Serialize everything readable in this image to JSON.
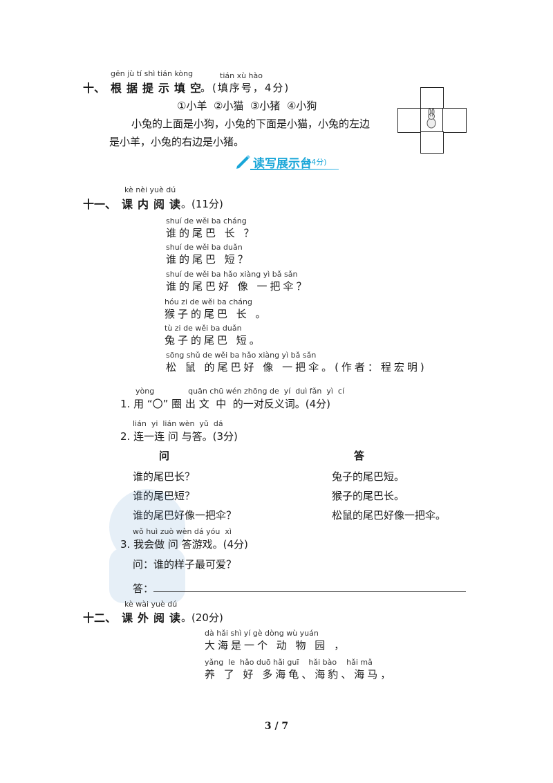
{
  "q10": {
    "pinyin_a": "gēn jù   tí  shì tián kòng",
    "pinyin_b": "tián xù hào",
    "num": "十、",
    "title": "根据提示填空",
    "note": "。(填序号，4分)",
    "options": "①小羊  ②小猫  ③小猪  ④小狗",
    "line1": "小兔的上面是小狗，小兔的下面是小猫，小兔的左边",
    "line2": "是小羊，小兔的右边是小猪。"
  },
  "banner": {
    "title": "读写展示台",
    "score": "(44分)"
  },
  "q11": {
    "pinyin": "kè nèi yuè dú",
    "num": "十一、",
    "title": "课内阅读",
    "note": "。(11分)",
    "poem": [
      {
        "py": "shuí de wěi ba cháng",
        "text": "谁的尾巴 长 ？"
      },
      {
        "py": "shuí de wěi ba duǎn",
        "text": "谁的尾巴 短？"
      },
      {
        "py": "shuí de wěi ba hǎo xiàng  yì  bǎ sǎn",
        "text": "谁的尾巴好 像 一把伞？"
      },
      {
        "py": "hóu  zi  de wěi ba cháng",
        "text": "猴子的尾巴 长 。"
      },
      {
        "py": "tù  zi  de wěi ba duǎn",
        "text": "兔子的尾巴 短。"
      },
      {
        "py": "sōng shǔ de wěi ba hǎo xiàng  yì  bǎ sǎn",
        "text": "松 鼠 的尾巴好 像 一把伞。(作者：程宏明)"
      }
    ],
    "sub1_py": "yòng              quān chū wén zhōng de  yí  duì fǎn  yì  cí",
    "sub1": "1. 用 “〇” 圈 出 文  中  的一对反义词。(4分)",
    "sub2_py": "lián  yi  lián wèn  yǔ  dá",
    "sub2": "2. 连一连 问 与答。(3分)",
    "col_q": "问",
    "col_a": "答",
    "questions": [
      "谁的尾巴长？",
      "谁的尾巴短？",
      "谁的尾巴好像一把伞？"
    ],
    "answers": [
      "兔子的尾巴短。",
      "猴子的尾巴长。",
      "松鼠的尾巴好像一把伞。"
    ],
    "sub3_py": "wǒ huì zuò wèn dá yóu  xì",
    "sub3": "3. 我会做 问 答游戏。(4分)",
    "ask": "问：谁的样子最可爱？",
    "answer_label": "答："
  },
  "q12": {
    "pinyin": "kè wài yuè dú",
    "num": "十二、",
    "title": "课外阅读",
    "note": "。(20分)",
    "poem": [
      {
        "py": "dà hǎi shì  yí  gè dòng wù yuán",
        "text": "大海是一个 动 物 园 ，"
      },
      {
        "py": "yǎng  le  hǎo duō hǎi guī    hǎi bào    hǎi mǎ",
        "text": "养 了 好 多海龟、海豹、海马，"
      }
    ]
  },
  "page": "3 / 7",
  "colors": {
    "banner": "#19a6d8"
  }
}
